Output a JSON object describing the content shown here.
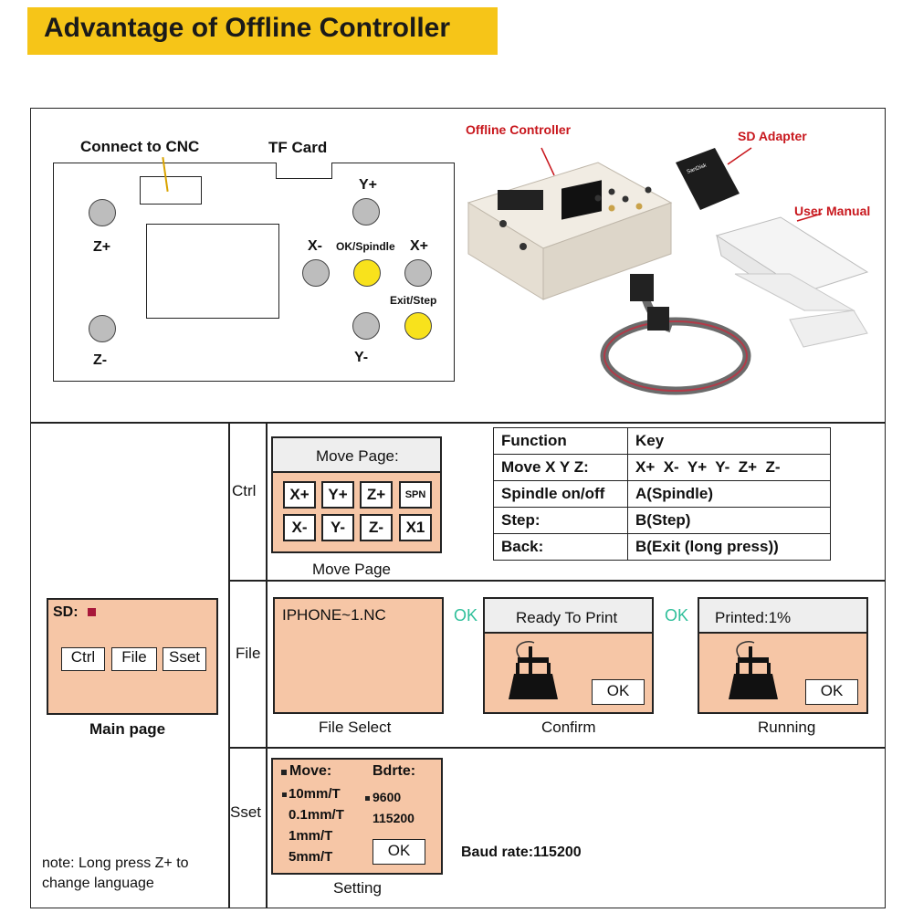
{
  "title": "Advantage of Offline Controller",
  "board": {
    "connect_label": "Connect to CNC",
    "tf_label": "TF Card",
    "z_plus": "Z+",
    "z_minus": "Z-",
    "y_plus": "Y+",
    "y_minus": "Y-",
    "x_minus": "X-",
    "x_plus": "X+",
    "ok_spindle": "OK/Spindle",
    "exit_step": "Exit/Step"
  },
  "product": {
    "controller_label": "Offline Controller",
    "sd_label": "SD Adapter",
    "manual_label": "User Manual"
  },
  "main_page": {
    "sd_label": "SD:",
    "buttons": [
      "Ctrl",
      "File",
      "Sset"
    ],
    "caption": "Main page",
    "note": "note: Long press Z+ to change language"
  },
  "ctrl": {
    "row_label": "Ctrl",
    "header": "Move Page:",
    "keys_row1": [
      "X+",
      "Y+",
      "Z+",
      "SPN"
    ],
    "keys_row2": [
      "X-",
      "Y-",
      "Z-",
      "X1"
    ],
    "caption": "Move Page"
  },
  "key_table": {
    "headers": [
      "Function",
      "Key"
    ],
    "rows": [
      [
        "Move X Y Z:",
        "X+  X-  Y+  Y-  Z+  Z-"
      ],
      [
        "Spindle on/off",
        "A(Spindle)"
      ],
      [
        "Step:",
        "B(Step)"
      ],
      [
        "Back:",
        "B(Exit (long press))"
      ]
    ]
  },
  "file": {
    "row_label": "File",
    "filename": "IPHONE~1.NC",
    "select_caption": "File Select",
    "ok1": "OK",
    "confirm_header": "Ready To Print",
    "confirm_btn": "OK",
    "confirm_caption": "Confirm",
    "ok2": "OK",
    "running_header": "Printed:1%",
    "running_btn": "OK",
    "running_caption": "Running"
  },
  "sset": {
    "row_label": "Sset",
    "move_header": "Move:",
    "bdrte_header": "Bdrte:",
    "steps": [
      "10mm/T",
      "0.1mm/T",
      "1mm/T",
      "5mm/T"
    ],
    "bauds": [
      "9600",
      "115200"
    ],
    "ok_btn": "OK",
    "caption": "Setting",
    "baud_info": "Baud rate:115200"
  }
}
